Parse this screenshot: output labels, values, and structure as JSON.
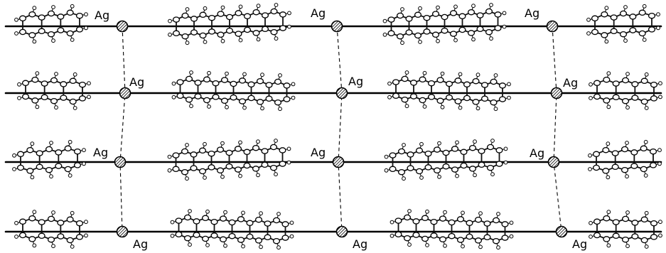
{
  "figure": {
    "ag_labels": [
      "Ag",
      "Ag",
      "Ag",
      "Ag",
      "Ag",
      "Ag",
      "Ag",
      "Ag",
      "Ag",
      "Ag",
      "Ag",
      "Ag"
    ]
  }
}
